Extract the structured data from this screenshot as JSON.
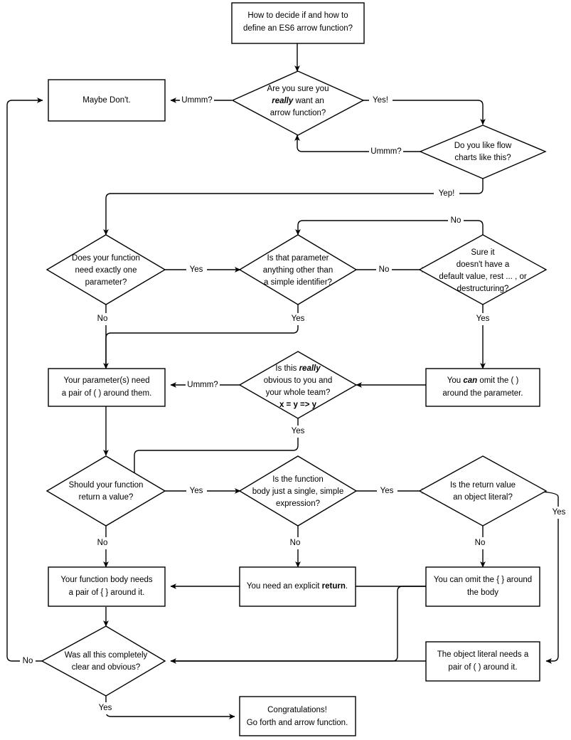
{
  "chart_data": {
    "type": "diagram",
    "diagram_kind": "flowchart",
    "title": "How to decide if and how to define an ES6 arrow function?",
    "orientation": "top-down",
    "background": "#ffffff",
    "stroke_color": "#000000",
    "text_color": "#000000",
    "nodes": [
      {
        "id": "start",
        "shape": "rect",
        "lines": [
          "How to decide if and how to",
          "define an ES6 arrow function?"
        ]
      },
      {
        "id": "sure",
        "shape": "diamond",
        "lines": [
          "Are you sure you",
          "really want an",
          "arrow function?"
        ],
        "emphasis": {
          "line": 1,
          "word": "really",
          "style": "bold-italic"
        }
      },
      {
        "id": "maybe",
        "shape": "rect",
        "lines": [
          "Maybe Don't."
        ]
      },
      {
        "id": "flowcharts",
        "shape": "diamond",
        "lines": [
          "Do you like flow",
          "charts like this?"
        ]
      },
      {
        "id": "oneparam",
        "shape": "diamond",
        "lines": [
          "Does your function",
          "need exactly one",
          "parameter?"
        ]
      },
      {
        "id": "simpleident",
        "shape": "diamond",
        "lines": [
          "Is that parameter",
          "anything other than",
          "a simple identifier?"
        ]
      },
      {
        "id": "sureit",
        "shape": "diamond",
        "lines": [
          "Sure it",
          "doesn't have a",
          "default value, rest ... , or",
          "destructuring?"
        ]
      },
      {
        "id": "needparens",
        "shape": "rect",
        "lines": [
          "Your parameter(s) need",
          "a pair of ( ) around them."
        ]
      },
      {
        "id": "obvious",
        "shape": "diamond",
        "lines": [
          "Is this really",
          "obvious to you and",
          "your whole team?",
          "x = y => y"
        ],
        "emphasis": {
          "line": 0,
          "word": "really",
          "style": "bold-italic"
        }
      },
      {
        "id": "canomit",
        "shape": "rect",
        "lines": [
          "You can omit the ( )",
          "around the parameter."
        ],
        "emphasis": {
          "line": 0,
          "word": "can",
          "style": "bold-italic"
        }
      },
      {
        "id": "returnvalue",
        "shape": "diamond",
        "lines": [
          "Should your function",
          "return a value?"
        ]
      },
      {
        "id": "singleexpr",
        "shape": "diamond",
        "lines": [
          "Is the function",
          "body just a single, simple",
          "expression?"
        ]
      },
      {
        "id": "objliteral",
        "shape": "diamond",
        "lines": [
          "Is the return value",
          "an object literal?"
        ]
      },
      {
        "id": "bodybraces",
        "shape": "rect",
        "lines": [
          "Your function body needs",
          "a pair of { } around it."
        ]
      },
      {
        "id": "explicitret",
        "shape": "rect",
        "lines": [
          "You need an explicit return."
        ],
        "emphasis": {
          "line": 0,
          "word": "return",
          "style": "bold"
        }
      },
      {
        "id": "omitbraces",
        "shape": "rect",
        "lines": [
          "You can omit the { } around",
          "the body"
        ]
      },
      {
        "id": "objparens",
        "shape": "rect",
        "lines": [
          "The object literal needs a",
          "pair of ( ) around it."
        ]
      },
      {
        "id": "clear",
        "shape": "diamond",
        "lines": [
          "Was all this completely",
          "clear and obvious?"
        ]
      },
      {
        "id": "congrats",
        "shape": "rect",
        "lines": [
          "Congratulations!",
          "Go forth and arrow function."
        ]
      }
    ],
    "edges": [
      {
        "from": "start",
        "to": "sure",
        "label": ""
      },
      {
        "from": "sure",
        "to": "maybe",
        "label": "Ummm?"
      },
      {
        "from": "sure",
        "to": "flowcharts",
        "label": "Yes!"
      },
      {
        "from": "flowcharts",
        "to": "sure",
        "label": "Ummm?"
      },
      {
        "from": "flowcharts",
        "to": "oneparam",
        "label": "Yep!"
      },
      {
        "from": "oneparam",
        "to": "simpleident",
        "label": "Yes"
      },
      {
        "from": "oneparam",
        "to": "needparens",
        "label": "No"
      },
      {
        "from": "simpleident",
        "to": "sureit",
        "label": "No"
      },
      {
        "from": "simpleident",
        "to": "needparens",
        "label": "Yes"
      },
      {
        "from": "sureit",
        "to": "simpleident",
        "label": "No"
      },
      {
        "from": "sureit",
        "to": "canomit",
        "label": "Yes"
      },
      {
        "from": "obvious",
        "to": "needparens",
        "label": "Ummm?"
      },
      {
        "from": "canomit",
        "to": "obvious",
        "label": ""
      },
      {
        "from": "obvious",
        "to": "returnvalue",
        "label": "Yes"
      },
      {
        "from": "needparens",
        "to": "returnvalue",
        "label": ""
      },
      {
        "from": "returnvalue",
        "to": "singleexpr",
        "label": "Yes"
      },
      {
        "from": "returnvalue",
        "to": "bodybraces",
        "label": "No"
      },
      {
        "from": "singleexpr",
        "to": "objliteral",
        "label": "Yes"
      },
      {
        "from": "singleexpr",
        "to": "explicitret",
        "label": "No"
      },
      {
        "from": "objliteral",
        "to": "omitbraces",
        "label": "No"
      },
      {
        "from": "objliteral",
        "to": "objparens",
        "label": "Yes"
      },
      {
        "from": "explicitret",
        "to": "bodybraces",
        "label": ""
      },
      {
        "from": "bodybraces",
        "to": "clear",
        "label": ""
      },
      {
        "from": "omitbraces",
        "to": "clear",
        "label": ""
      },
      {
        "from": "objparens",
        "to": "clear",
        "label": ""
      },
      {
        "from": "clear",
        "to": "maybe",
        "label": "No"
      },
      {
        "from": "clear",
        "to": "congrats",
        "label": "Yes"
      }
    ]
  },
  "nodes": {
    "start": {
      "l0": "How to decide if and how to",
      "l1": "define an ES6 arrow function?"
    },
    "sure": {
      "l0": "Are you sure you",
      "l1a": "really",
      "l1b": " want an",
      "l2": "arrow function?"
    },
    "maybe": {
      "l0": "Maybe Don't."
    },
    "flowcharts": {
      "l0": "Do you like flow",
      "l1": "charts like this?"
    },
    "oneparam": {
      "l0": "Does your function",
      "l1": "need exactly one",
      "l2": "parameter?"
    },
    "simpleident": {
      "l0": "Is that parameter",
      "l1": "anything other than",
      "l2": "a simple identifier?"
    },
    "sureit": {
      "l0": "Sure it",
      "l1": "doesn't have a",
      "l2": "default value, rest ... , or",
      "l3": "destructuring?"
    },
    "needparens": {
      "l0": "Your parameter(s) need",
      "l1": "a pair of ( ) around them."
    },
    "obvious": {
      "l0a": "Is this ",
      "l0b": "really",
      "l1": "obvious to you and",
      "l2": "your whole team?",
      "l3": "x = y => y"
    },
    "canomit": {
      "l0a": "You ",
      "l0b": "can",
      "l0c": " omit the ( )",
      "l1": "around the parameter."
    },
    "returnvalue": {
      "l0": "Should your function",
      "l1": "return a value?"
    },
    "singleexpr": {
      "l0": "Is the function",
      "l1": "body just a single, simple",
      "l2": "expression?"
    },
    "objliteral": {
      "l0": "Is the return value",
      "l1": "an object literal?"
    },
    "bodybraces": {
      "l0": "Your function body needs",
      "l1": "a pair of { } around it."
    },
    "explicitret": {
      "l0a": "You need an explicit ",
      "l0b": "return",
      "l0c": "."
    },
    "omitbraces": {
      "l0": "You can omit the { } around",
      "l1": "the body"
    },
    "objparens": {
      "l0": "The object literal needs a",
      "l1": "pair of ( ) around it."
    },
    "clear": {
      "l0": "Was all this completely",
      "l1": "clear and obvious?"
    },
    "congrats": {
      "l0": "Congratulations!",
      "l1": "Go forth and arrow function."
    }
  },
  "edge_labels": {
    "sure_ummm": "Ummm?",
    "sure_yes": "Yes!",
    "flowcharts_ummm": "Ummm?",
    "flowcharts_yep": "Yep!",
    "oneparam_yes": "Yes",
    "oneparam_no": "No",
    "simpleident_no": "No",
    "simpleident_yes": "Yes",
    "sureit_yes": "Yes",
    "obvious_ummm": "Ummm?",
    "obvious_yes": "Yes",
    "returnvalue_yes": "Yes",
    "returnvalue_no": "No",
    "singleexpr_yes": "Yes",
    "singleexpr_no": "No",
    "objliteral_no": "No",
    "objliteral_yes": "Yes",
    "clear_no": "No",
    "clear_yes": "Yes"
  }
}
